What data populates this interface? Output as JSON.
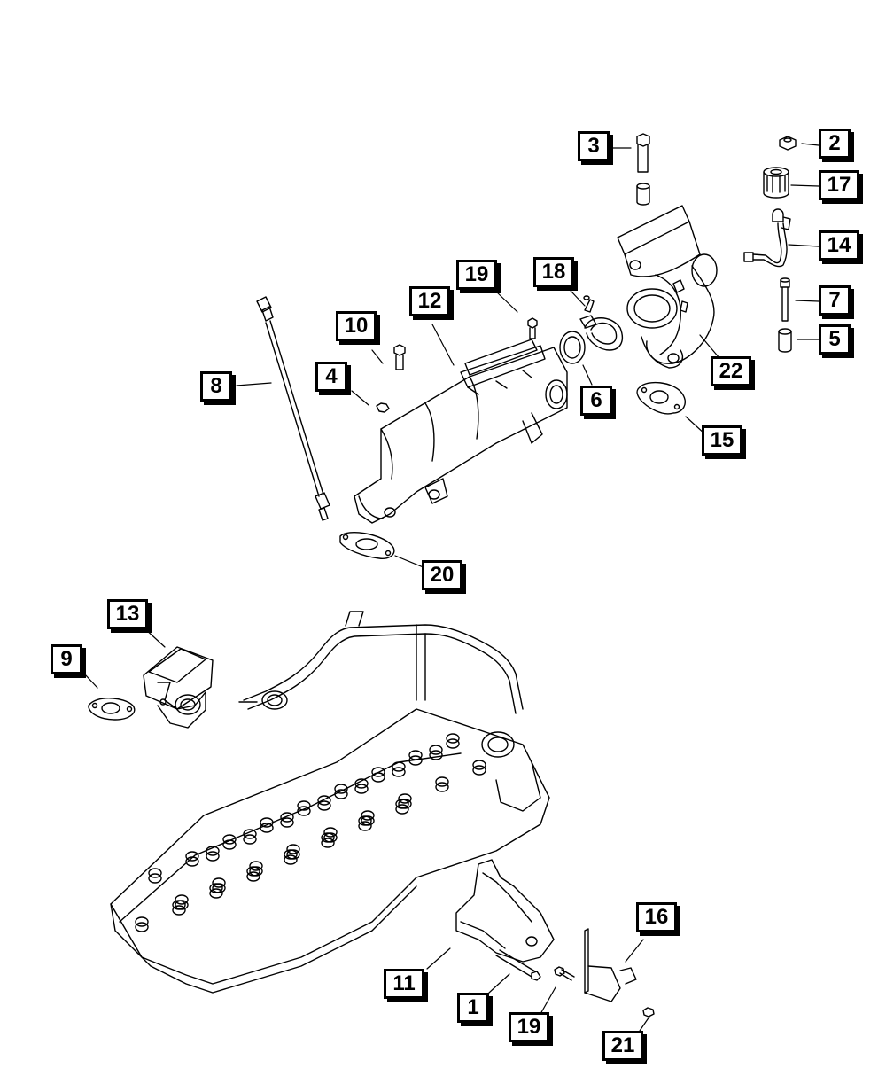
{
  "callouts": [
    {
      "id": "1",
      "label": "1"
    },
    {
      "id": "2",
      "label": "2"
    },
    {
      "id": "3",
      "label": "3"
    },
    {
      "id": "4",
      "label": "4"
    },
    {
      "id": "5",
      "label": "5"
    },
    {
      "id": "6",
      "label": "6"
    },
    {
      "id": "7",
      "label": "7"
    },
    {
      "id": "8",
      "label": "8"
    },
    {
      "id": "9",
      "label": "9"
    },
    {
      "id": "10",
      "label": "10"
    },
    {
      "id": "11",
      "label": "11"
    },
    {
      "id": "12",
      "label": "12"
    },
    {
      "id": "13",
      "label": "13"
    },
    {
      "id": "14",
      "label": "14"
    },
    {
      "id": "15",
      "label": "15"
    },
    {
      "id": "16",
      "label": "16"
    },
    {
      "id": "17",
      "label": "17"
    },
    {
      "id": "18",
      "label": "18"
    },
    {
      "id": "19a",
      "label": "19"
    },
    {
      "id": "19b",
      "label": "19"
    },
    {
      "id": "20",
      "label": "20"
    },
    {
      "id": "21",
      "label": "21"
    },
    {
      "id": "22",
      "label": "22"
    }
  ],
  "colors": {
    "line": "#000000",
    "background": "#ffffff"
  }
}
